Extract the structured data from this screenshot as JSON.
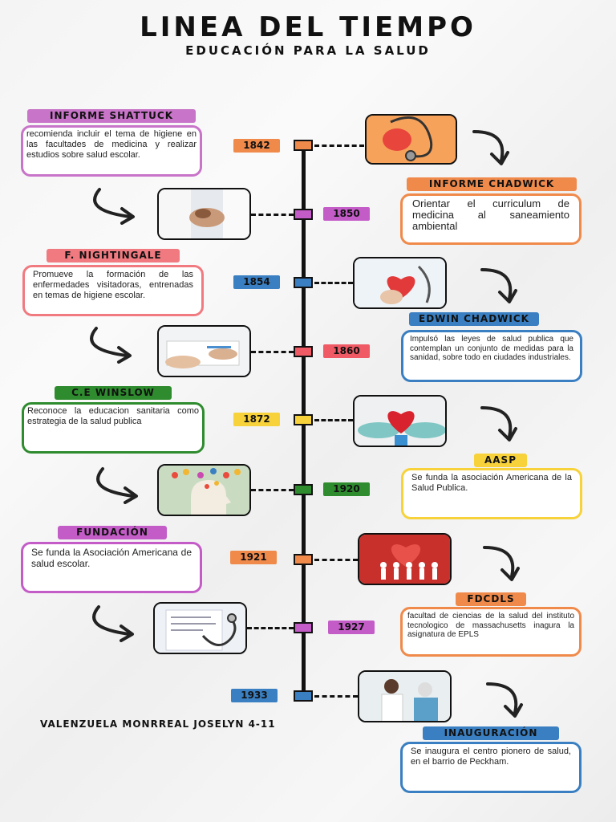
{
  "header": {
    "title": "LINEA DEL TIEMPO",
    "subtitle": "EDUCACIÓN PARA LA SALUD"
  },
  "events": [
    {
      "year": "1842",
      "label": "INFORME SHATTUCK",
      "text": "recomienda incluir el tema de higiene en las facultades de medicina y realizar estudios sobre salud escolar.",
      "color": "#f08a4b",
      "label_color": "#c874c8",
      "box_color": "#c874c8"
    },
    {
      "year": "1850",
      "label": "INFORME CHADWICK",
      "text": "Orientar el curriculum de medicina al saneamiento ambiental",
      "color": "#c45cc8",
      "label_color": "#f08a4b",
      "box_color": "#f08a4b"
    },
    {
      "year": "1854",
      "label": "F. NIGHTINGALE",
      "text": "Promueve la formación de las enfermedades visitadoras, entrenadas en temas de higiene escolar.",
      "color": "#3a7fc1",
      "label_color": "#f07a80",
      "box_color": "#f07a80"
    },
    {
      "year": "1860",
      "label": "EDWIN CHADWICK",
      "text": "Impulsó las leyes de salud publica que contemplan un conjunto de medidas para la sanidad, sobre todo en ciudades industriales.",
      "color": "#f05a64",
      "label_color": "#3a7fc1",
      "box_color": "#3a7fc1"
    },
    {
      "year": "1872",
      "label": "C.E WINSLOW",
      "text": "Reconoce la educacion sanitaria como estrategia de la salud publica",
      "color": "#f7d23a",
      "label_color": "#2e8b2e",
      "box_color": "#2e8b2e"
    },
    {
      "year": "1920",
      "label": "AASP",
      "text": "Se funda la asociación Americana de la Salud Publica.",
      "color": "#2e8b2e",
      "label_color": "#f7d23a",
      "box_color": "#f7d23a"
    },
    {
      "year": "1921",
      "label": "FUNDACIÓN",
      "text": "Se funda la Asociación Americana de salud escolar.",
      "color": "#f08a4b",
      "label_color": "#c45cc8",
      "box_color": "#c45cc8"
    },
    {
      "year": "1927",
      "label": "FDCDLS",
      "text": "facultad de ciencias de la salud del instituto tecnologico de massachusetts inagura la asignatura de EPLS",
      "color": "#c45cc8",
      "label_color": "#f08a4b",
      "box_color": "#f08a4b"
    },
    {
      "year": "1933",
      "label": "INAUGURACIÓN",
      "text": "Se inaugura el centro pionero de salud, en el barrio de Peckham.",
      "color": "#3a7fc1",
      "label_color": "#3a7fc1",
      "box_color": "#3a7fc1"
    }
  ],
  "footer": {
    "author": "VALENZUELA MONRREAL JOSELYN   4-11"
  },
  "icons": [
    "curved-arrow-icon",
    "stethoscope-photo",
    "hands-together-photo",
    "heart-photo",
    "documents-photo",
    "heart-hands-photo",
    "flowers-head-photo",
    "paper-people-photo",
    "clipboard-photo",
    "doctor-patient-photo"
  ]
}
